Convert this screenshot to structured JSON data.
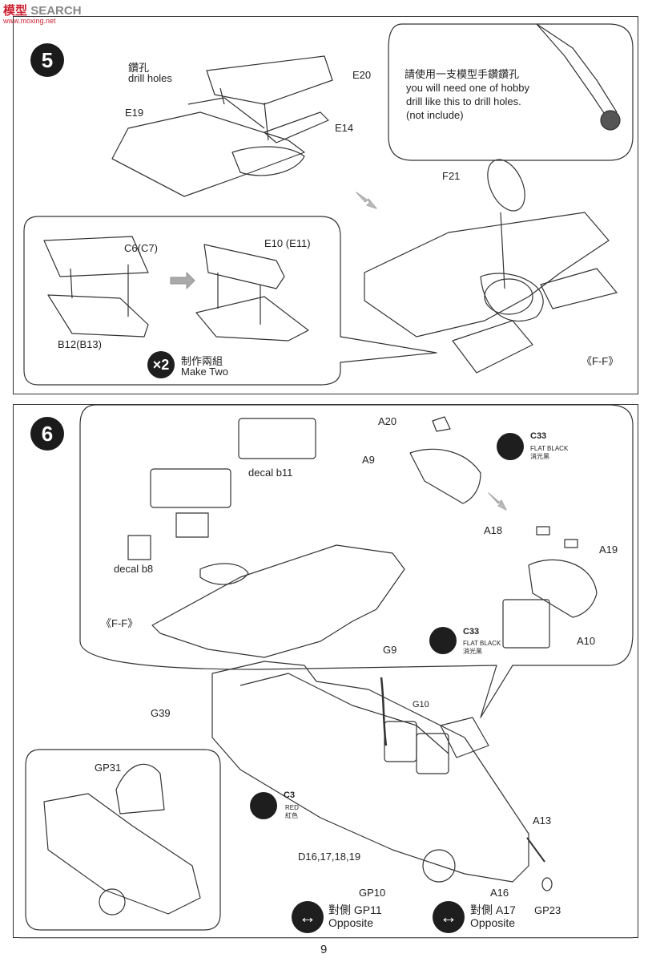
{
  "watermark": {
    "brand": "模型",
    "search": "SEARCH",
    "url": "www.moxing.net"
  },
  "step5": {
    "number": "5",
    "drill_cn": "鑽孔",
    "drill_en": "drill holes",
    "parts": {
      "e20": "E20",
      "e19": "E19",
      "e14": "E14",
      "f21": "F21",
      "c6": "C6(C7)",
      "e10": "E10 (E11)",
      "b12": "B12(B13)",
      "ff": "《F-F》"
    },
    "make_two_cn": "制作兩組",
    "make_two_en": "Make Two",
    "times": "×2",
    "drill_note_cn": "請使用一支模型手鑽鑽孔",
    "drill_note_en1": "you will need one of hobby",
    "drill_note_en2": "drill like this to drill holes.",
    "drill_note_en3": "(not include)"
  },
  "step6": {
    "number": "6",
    "parts": {
      "a20": "A20",
      "a9": "A9",
      "a18": "A18",
      "a19": "A19",
      "a10": "A10",
      "decal_b11": "decal b11",
      "decal_b8": "decal b8",
      "ff": "《F-F》",
      "g9": "G9",
      "g10": "G10",
      "g39": "G39",
      "gp31": "GP31",
      "a13": "A13",
      "d16": "D16,17,18,19",
      "gp10": "GP10",
      "a16": "A16",
      "gp23": "GP23"
    },
    "paint1": {
      "code": "C33",
      "en": "FLAT BLACK",
      "cn": "消光黑"
    },
    "paint2": {
      "code": "C33",
      "en": "FLAT BLACK",
      "cn": "消光黑"
    },
    "paint3": {
      "code": "C3",
      "en": "RED",
      "cn": "紅色"
    },
    "opposite1_cn": "對側 GP11",
    "opposite1_en": "Opposite",
    "opposite2_cn": "對側 A17",
    "opposite2_en": "Opposite"
  },
  "page_number": "9"
}
